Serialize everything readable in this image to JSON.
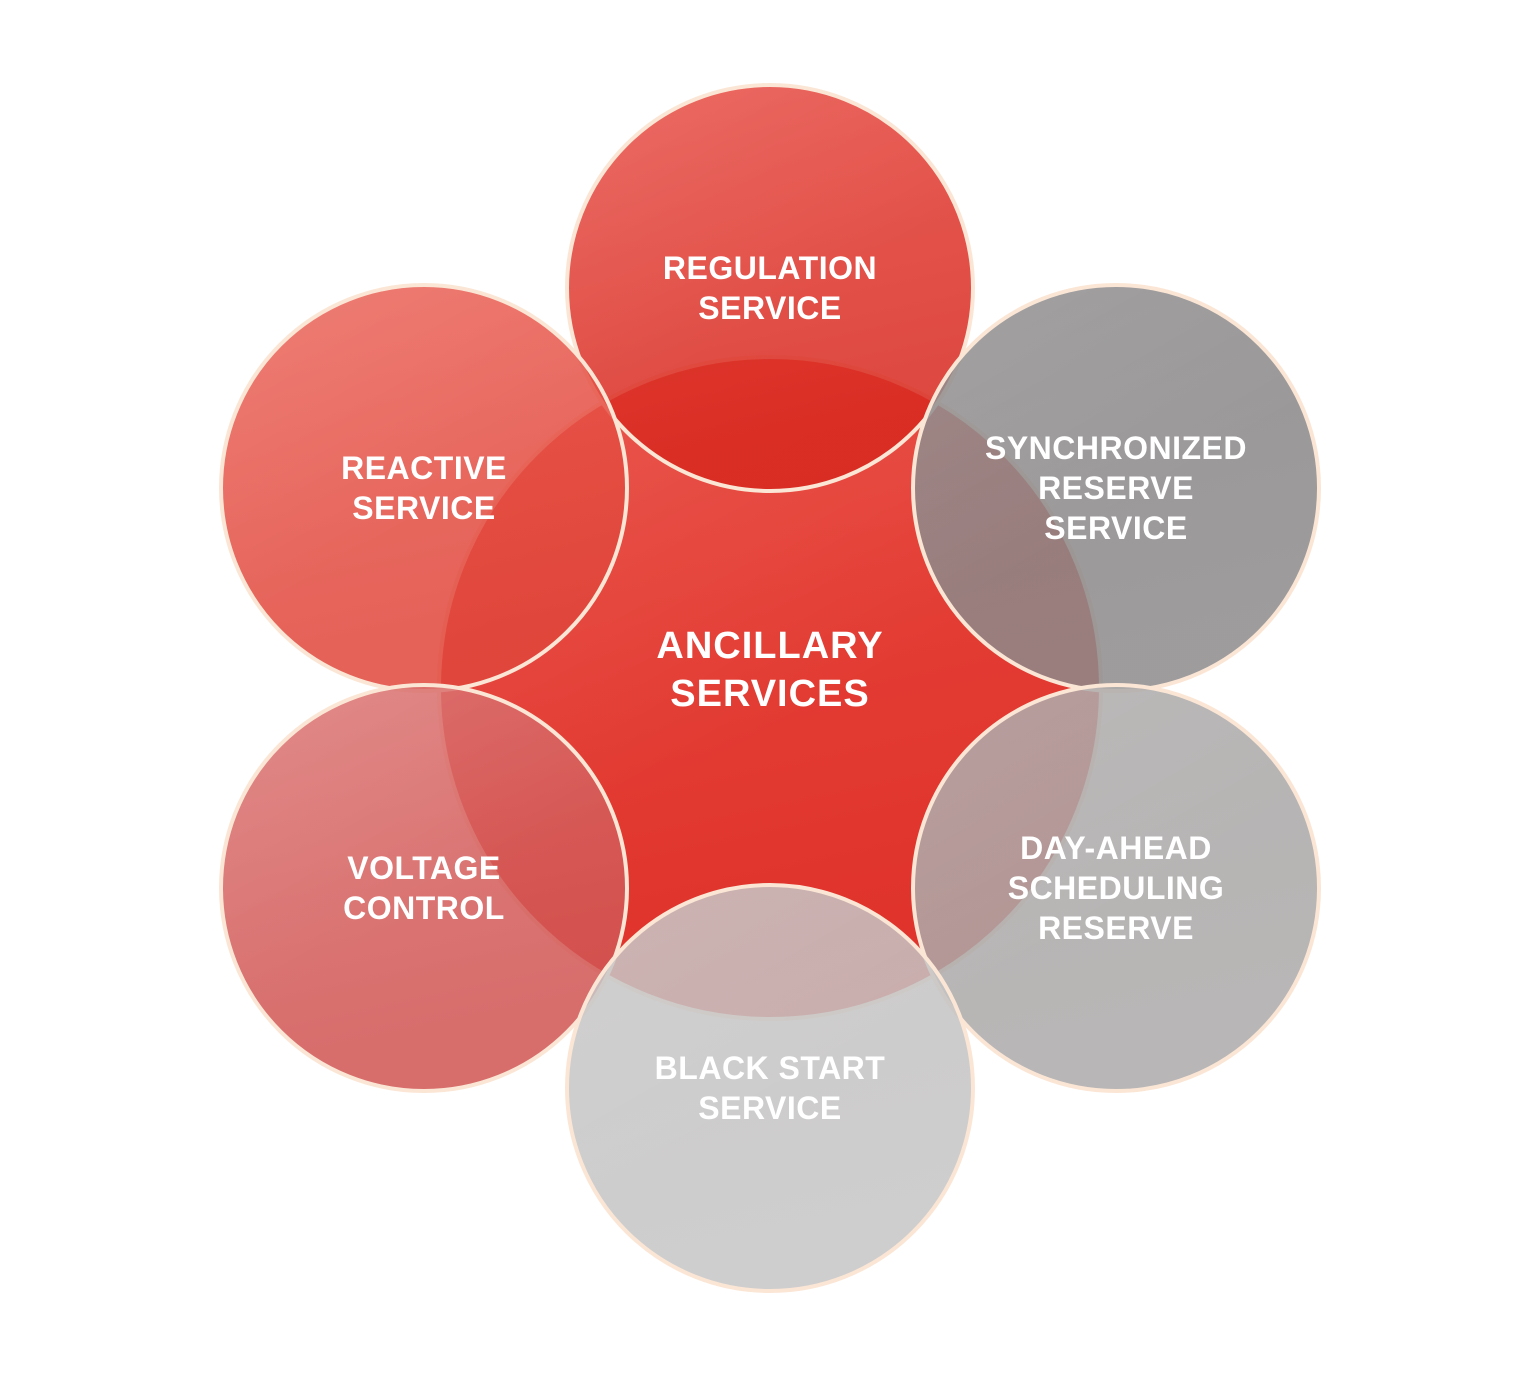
{
  "diagram": {
    "background_color": "#FFFFFF",
    "stroke_color": "#FBE6D5",
    "text_color": "#FFFFFF",
    "circles": {
      "center": {
        "lines": [
          "ANCILLARY",
          "SERVICES"
        ],
        "fill_top": "rgba(232, 72, 62, 1)",
        "fill_bottom": "rgba(223, 51, 43, 1)"
      },
      "regulation": {
        "lines": [
          "REGULATION",
          "SERVICE"
        ],
        "fill_top": "rgba(229, 63, 54, 0.85)",
        "fill_bottom": "rgba(215, 40, 30, 0.85)"
      },
      "synchronized": {
        "lines": [
          "SYNCHRONIZED",
          "RESERVE",
          "SERVICE"
        ],
        "fill_top": "rgba(134, 131, 132, 0.85)",
        "fill_bottom": "rgba(141, 138, 139, 0.85)"
      },
      "dayahead": {
        "lines": [
          "DAY-AHEAD",
          "SCHEDULING",
          "RESERVE"
        ],
        "fill_top": "rgba(167, 164, 164, 0.85)",
        "fill_bottom": "rgba(172, 169, 169, 0.85)"
      },
      "blackstart": {
        "lines": [
          "BLACK START",
          "SERVICE"
        ],
        "fill_top": "rgba(194, 193, 193, 0.85)",
        "fill_bottom": "rgba(198, 197, 197, 0.85)"
      },
      "voltage": {
        "lines": [
          "VOLTAGE",
          "CONTROL"
        ],
        "fill_top": "rgba(216, 103, 101, 0.85)",
        "fill_bottom": "rgba(208, 84, 82, 0.85)"
      },
      "reactive": {
        "lines": [
          "REACTIVE",
          "SERVICE"
        ],
        "fill_top": "rgba(233, 87, 75, 0.85)",
        "fill_bottom": "rgba(224, 70, 59, 0.85)"
      }
    }
  }
}
